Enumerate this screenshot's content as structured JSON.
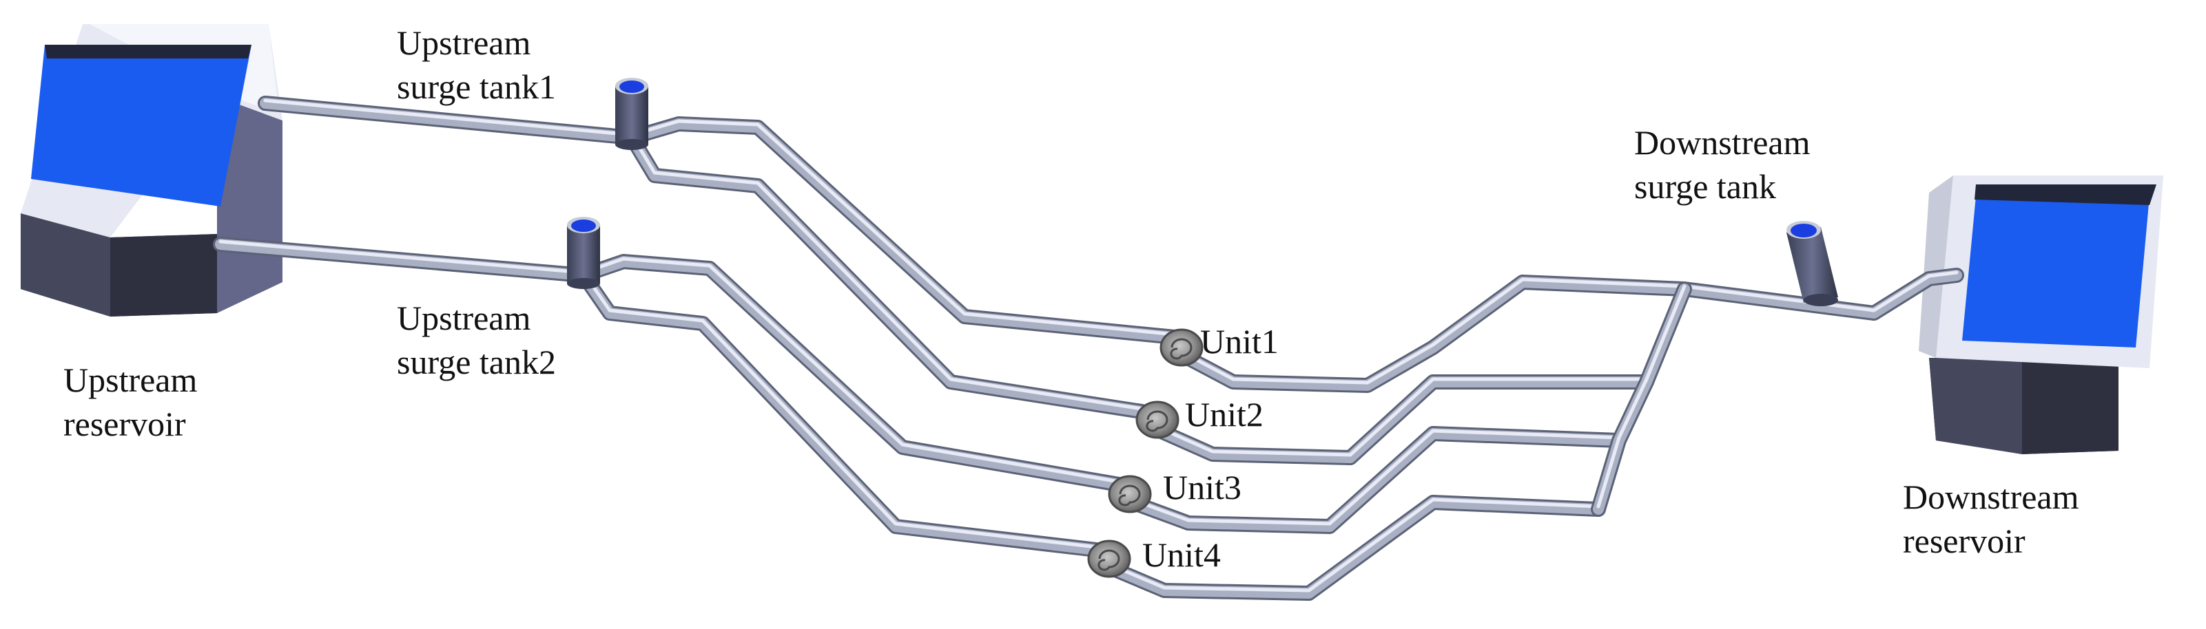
{
  "labels": {
    "upstream_reservoir": [
      "Upstream",
      "reservoir"
    ],
    "upstream_surge_tank_1": [
      "Upstream",
      "surge tank1"
    ],
    "upstream_surge_tank_2": [
      "Upstream",
      "surge tank2"
    ],
    "downstream_surge_tank": [
      "Downstream",
      "surge tank"
    ],
    "downstream_reservoir": [
      "Downstream",
      "reservoir"
    ],
    "units": [
      "Unit1",
      "Unit2",
      "Unit3",
      "Unit4"
    ]
  },
  "colors": {
    "water": "#1a5cf0",
    "reservoir_face": "#5a5d7a",
    "reservoir_dark": "#3d3f52",
    "reservoir_rim": "#e6e9f3",
    "pipe": "#aab0c4",
    "pipe_outline": "#5c6276",
    "turbine": "#8a8a8a"
  }
}
